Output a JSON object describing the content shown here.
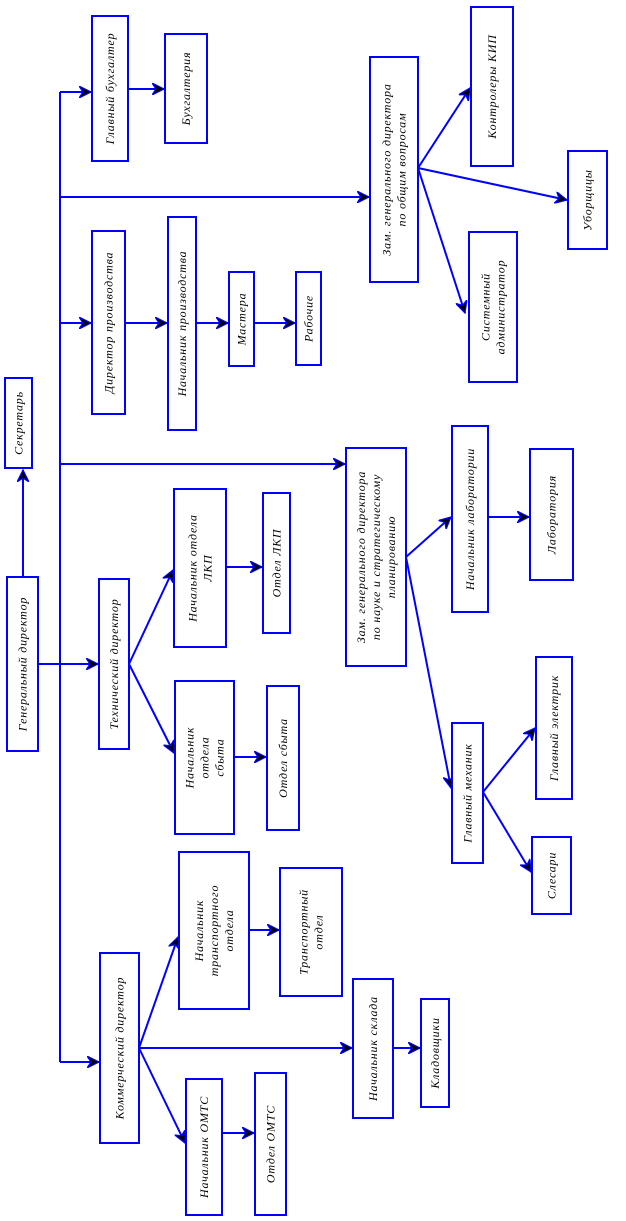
{
  "colors": {
    "line": "#0000ff",
    "arrowhead": "#000000",
    "text": "#000000",
    "background": "#ffffff"
  },
  "nodes": [
    {
      "id": "gendir",
      "lines": [
        "Генеральный директор"
      ]
    },
    {
      "id": "secretary",
      "lines": [
        "Секретарь"
      ]
    },
    {
      "id": "chief-accountant",
      "lines": [
        "Главный бухгалтер"
      ]
    },
    {
      "id": "accounting",
      "lines": [
        "Бухгалтерия"
      ]
    },
    {
      "id": "production-director",
      "lines": [
        "Директор производства"
      ]
    },
    {
      "id": "production-head",
      "lines": [
        "Начальник производства"
      ]
    },
    {
      "id": "masters",
      "lines": [
        "Мастера"
      ]
    },
    {
      "id": "workers",
      "lines": [
        "Рабочие"
      ]
    },
    {
      "id": "deputy-general",
      "lines": [
        "Зам. генерального директора",
        "по общим вопросам"
      ]
    },
    {
      "id": "kip-controllers",
      "lines": [
        "Контролеры КИП"
      ]
    },
    {
      "id": "cleaners",
      "lines": [
        "Уборщицы"
      ]
    },
    {
      "id": "sysadmin",
      "lines": [
        "Системный",
        "администратор"
      ]
    },
    {
      "id": "technical-director",
      "lines": [
        "Технический директор"
      ]
    },
    {
      "id": "lkp-head",
      "lines": [
        "Начальник отдела",
        "ЛКП"
      ]
    },
    {
      "id": "lkp-dept",
      "lines": [
        "Отдел ЛКП"
      ]
    },
    {
      "id": "sales-head",
      "lines": [
        "Начальник",
        "отдела",
        "сбыта"
      ]
    },
    {
      "id": "sales-dept",
      "lines": [
        "Отдел сбыта"
      ]
    },
    {
      "id": "deputy-science",
      "lines": [
        "Зам. генерального директора",
        "по науке и стратегическому",
        "планированию"
      ]
    },
    {
      "id": "lab-head",
      "lines": [
        "Начальник лаборатории"
      ]
    },
    {
      "id": "lab",
      "lines": [
        "Лаборатория"
      ]
    },
    {
      "id": "chief-mechanic",
      "lines": [
        "Главный механик"
      ]
    },
    {
      "id": "chief-electrician",
      "lines": [
        "Главный электрик"
      ]
    },
    {
      "id": "fitters",
      "lines": [
        "Слесари"
      ]
    },
    {
      "id": "commercial-director",
      "lines": [
        "Коммерческий директор"
      ]
    },
    {
      "id": "transport-head",
      "lines": [
        "Начальник",
        "транспортного",
        "отдела"
      ]
    },
    {
      "id": "transport-dept",
      "lines": [
        "Транспортный",
        "отдел"
      ]
    },
    {
      "id": "warehouse-head",
      "lines": [
        "Начальник склада"
      ]
    },
    {
      "id": "storekeepers",
      "lines": [
        "Кладовщики"
      ]
    },
    {
      "id": "omts-head",
      "lines": [
        "Начальник ОМТС"
      ]
    },
    {
      "id": "omts-dept",
      "lines": [
        "Отдел ОМТС"
      ]
    }
  ],
  "edges": [
    [
      "gendir",
      "secretary"
    ],
    [
      "gendir",
      "chief-accountant"
    ],
    [
      "gendir",
      "deputy-general"
    ],
    [
      "gendir",
      "production-director"
    ],
    [
      "gendir",
      "deputy-science"
    ],
    [
      "gendir",
      "technical-director"
    ],
    [
      "gendir",
      "commercial-director"
    ],
    [
      "chief-accountant",
      "accounting"
    ],
    [
      "production-director",
      "production-head"
    ],
    [
      "production-head",
      "masters"
    ],
    [
      "masters",
      "workers"
    ],
    [
      "deputy-general",
      "kip-controllers"
    ],
    [
      "deputy-general",
      "cleaners"
    ],
    [
      "deputy-general",
      "sysadmin"
    ],
    [
      "technical-director",
      "lkp-head"
    ],
    [
      "technical-director",
      "sales-head"
    ],
    [
      "lkp-head",
      "lkp-dept"
    ],
    [
      "sales-head",
      "sales-dept"
    ],
    [
      "deputy-science",
      "lab-head"
    ],
    [
      "deputy-science",
      "chief-mechanic"
    ],
    [
      "lab-head",
      "lab"
    ],
    [
      "chief-mechanic",
      "chief-electrician"
    ],
    [
      "chief-mechanic",
      "fitters"
    ],
    [
      "commercial-director",
      "transport-head"
    ],
    [
      "commercial-director",
      "warehouse-head"
    ],
    [
      "commercial-director",
      "omts-head"
    ],
    [
      "transport-head",
      "transport-dept"
    ],
    [
      "warehouse-head",
      "storekeepers"
    ],
    [
      "omts-head",
      "omts-dept"
    ]
  ]
}
